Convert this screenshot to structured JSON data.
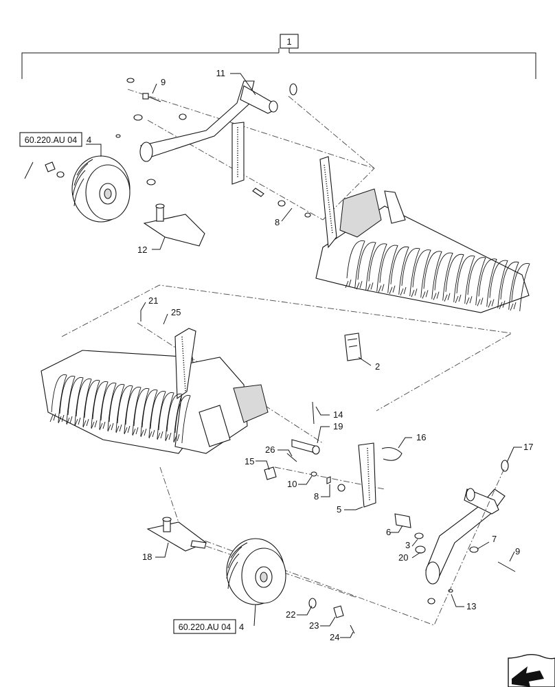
{
  "assembly_number": "1",
  "reference_label": "60.220.AU 04",
  "callouts": {
    "c2": "2",
    "c3": "3",
    "c4a": "4",
    "c4b": "4",
    "c5": "5",
    "c6": "6",
    "c7": "7",
    "c8a": "8",
    "c8b": "8",
    "c9a": "9",
    "c9b": "9",
    "c10": "10",
    "c11": "11",
    "c12": "12",
    "c13": "13",
    "c14": "14",
    "c15": "15",
    "c16": "16",
    "c17": "17",
    "c18": "18",
    "c19": "19",
    "c20": "20",
    "c21": "21",
    "c22": "22",
    "c23": "23",
    "c24": "24",
    "c25": "25",
    "c26": "26"
  },
  "icons": {
    "navigation": "next-page-arrow-icon"
  }
}
